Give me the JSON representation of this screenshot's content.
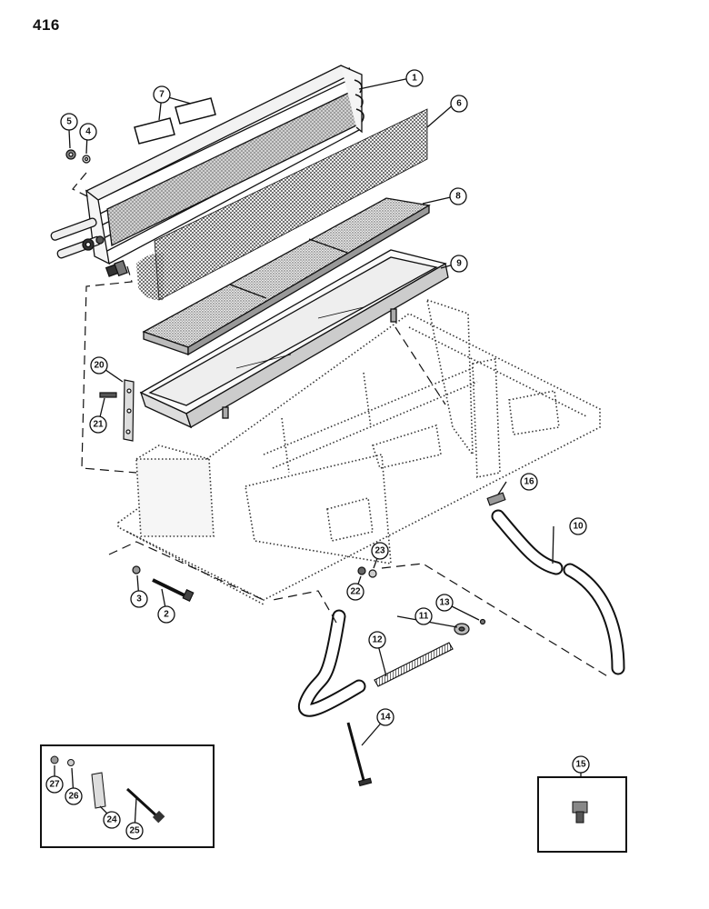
{
  "page_number": "416",
  "callouts": {
    "c1": "1",
    "c2": "2",
    "c3": "3",
    "c4": "4",
    "c5": "5",
    "c6": "6",
    "c7": "7",
    "c8": "8",
    "c9": "9",
    "c10": "10",
    "c11": "11",
    "c12": "12",
    "c13": "13",
    "c14": "14",
    "c15": "15",
    "c16": "16",
    "c20": "20",
    "c21": "21",
    "c22": "22",
    "c23": "23",
    "c24": "24",
    "c25": "25",
    "c26": "26",
    "c27": "27"
  }
}
